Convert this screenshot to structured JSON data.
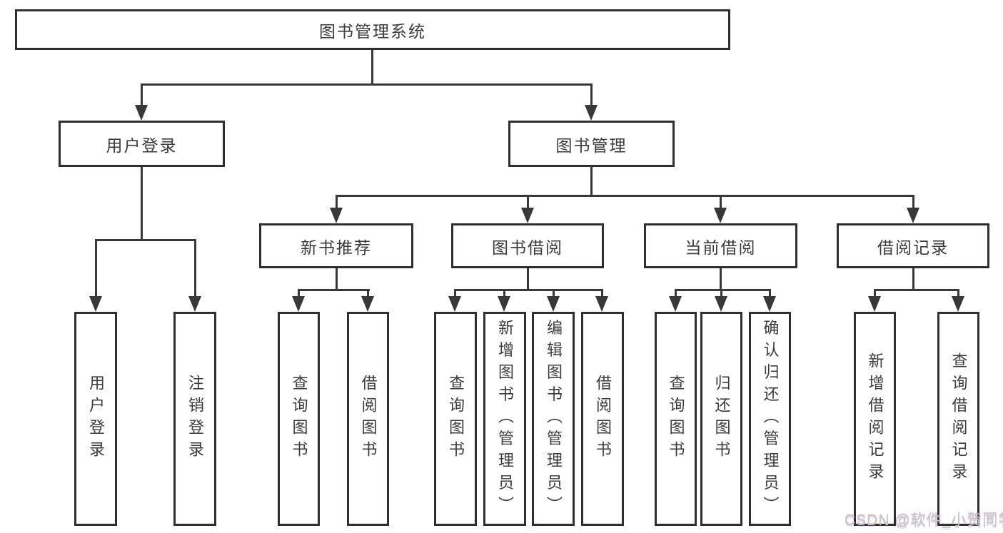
{
  "tree": {
    "label": "图书管理系统",
    "children": [
      {
        "label": "用户登录",
        "children": [
          {
            "label": "用户登录"
          },
          {
            "label": "注销登录"
          }
        ]
      },
      {
        "label": "图书管理",
        "children": [
          {
            "label": "新书推荐",
            "children": [
              {
                "label": "查询图书"
              },
              {
                "label": "借阅图书"
              }
            ]
          },
          {
            "label": "图书借阅",
            "children": [
              {
                "label": "查询图书"
              },
              {
                "label": "新增图书（管理员）"
              },
              {
                "label": "编辑图书（管理员）"
              },
              {
                "label": "借阅图书"
              }
            ]
          },
          {
            "label": "当前借阅",
            "children": [
              {
                "label": "查询图书"
              },
              {
                "label": "归还图书"
              },
              {
                "label": "确认归还（管理员）"
              }
            ]
          },
          {
            "label": "借阅记录",
            "children": [
              {
                "label": "新增借阅记录"
              },
              {
                "label": "查询借阅记录"
              }
            ]
          }
        ]
      }
    ]
  },
  "watermark": {
    "text": "CSDN @软件_小贺同学"
  },
  "colors": {
    "line": "#383838",
    "box_border": "#2f2f2f",
    "text": "#3b3b3b",
    "background": "#ffffff",
    "watermark": "#c7c7c7"
  }
}
